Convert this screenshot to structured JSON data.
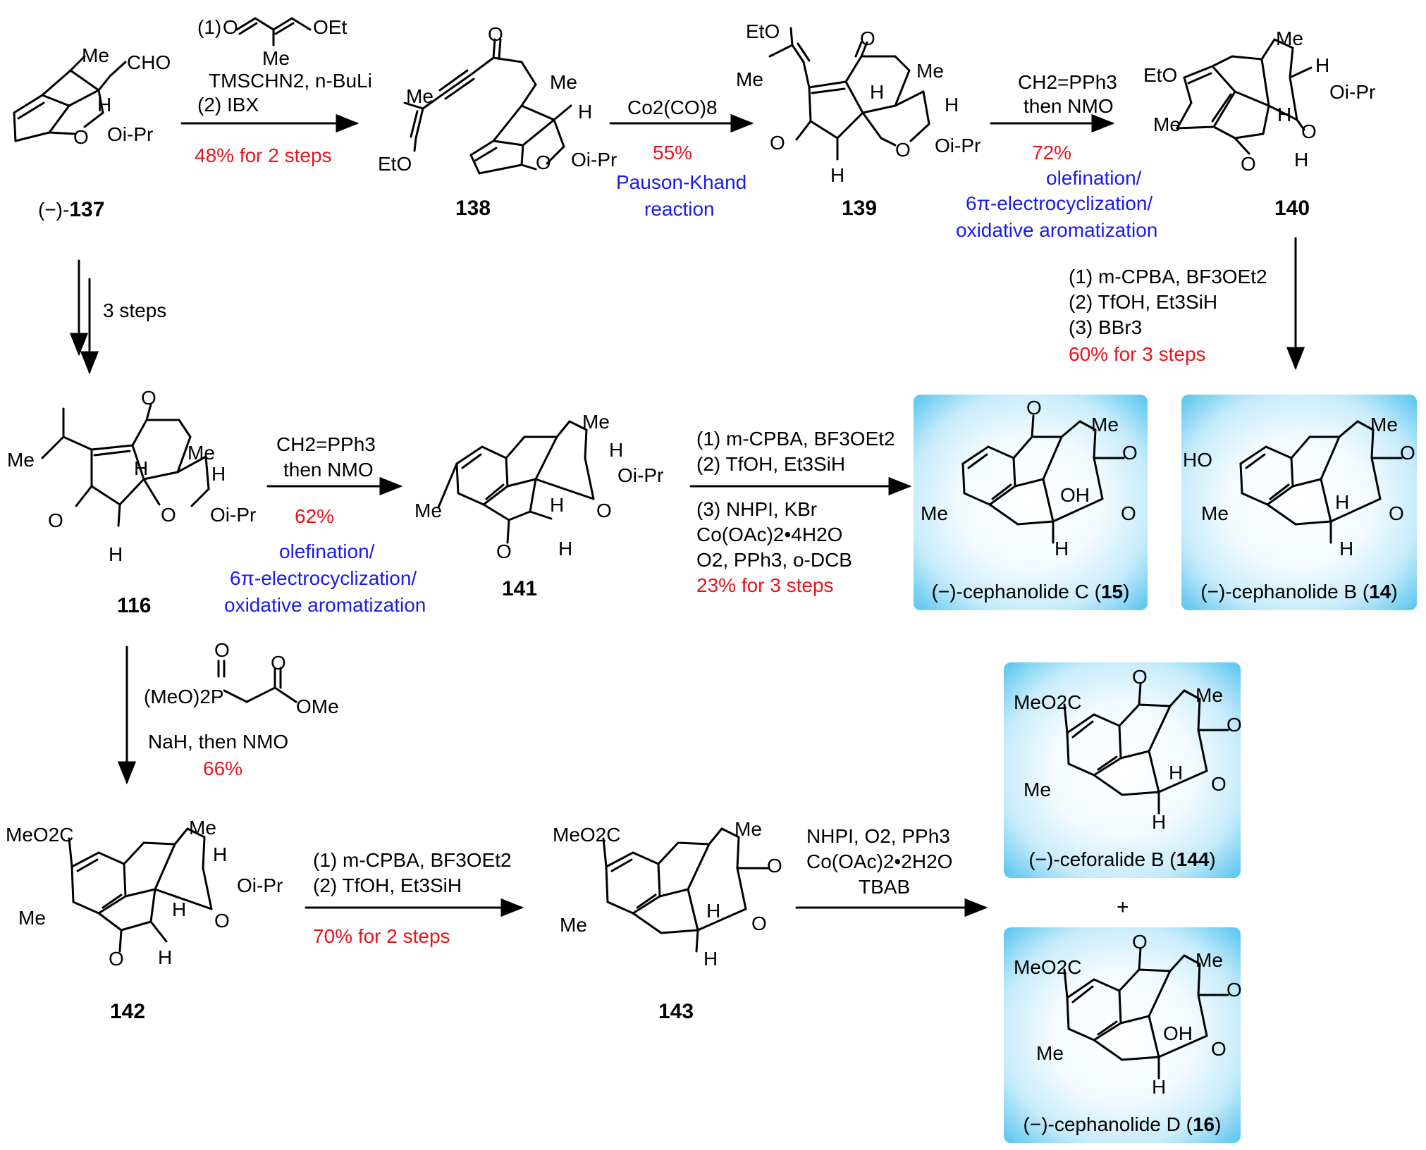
{
  "compounds": {
    "c137": "137",
    "c137_prefix": "(−)-",
    "c138": "138",
    "c139": "139",
    "c140": "140",
    "c116": "116",
    "c141": "141",
    "c142": "142",
    "c143": "143"
  },
  "structure_labels": {
    "me": "Me",
    "cho": "CHO",
    "h": "H",
    "oipr": "Oi-Pr",
    "o": "O",
    "eto": "EtO",
    "oet": "OEt",
    "ho": "HO",
    "oh": "OH",
    "meo2c": "MeO2C",
    "reagent_1_prefix": "(1)",
    "meo2p": "(MeO)2P"
  },
  "steps": {
    "s1": {
      "l1": "TMSCHN2, n-BuLi",
      "l2": "(2) IBX",
      "yield": "48% for 2 steps"
    },
    "s2": {
      "reagent": "Co2(CO)8",
      "yield": "55%",
      "note1": "Pauson-Khand",
      "note2": "reaction"
    },
    "s3": {
      "l1": "CH2=PPh3",
      "l2": "then NMO",
      "yield": "72%",
      "note1": "olefination/",
      "note2": "6π-electrocyclization/",
      "note3": "oxidative aromatization"
    },
    "s4": {
      "l1": "(1) m-CPBA, BF3OEt2",
      "l2": "(2) TfOH, Et3SiH",
      "l3": "(3) BBr3",
      "yield": "60% for 3 steps"
    },
    "s5": {
      "label": "3 steps"
    },
    "s6": {
      "l1": "CH2=PPh3",
      "l2": "then NMO",
      "yield": "62%",
      "note1": "olefination/",
      "note2": "6π-electrocyclization/",
      "note3": "oxidative aromatization"
    },
    "s7": {
      "l1": "(1) m-CPBA, BF3OEt2",
      "l2": "(2) TfOH, Et3SiH",
      "l3": "(3) NHPI, KBr",
      "l4": "Co(OAc)2•4H2O",
      "l5": "O2, PPh3, o-DCB",
      "yield": "23% for 3 steps"
    },
    "s8": {
      "l1": "NaH, then NMO",
      "yield": "66%"
    },
    "s9": {
      "l1": "(1) m-CPBA, BF3OEt2",
      "l2": "(2) TfOH, Et3SiH",
      "yield": "70% for 2 steps"
    },
    "s10": {
      "l1": "NHPI, O2, PPh3",
      "l2": "Co(OAc)2•2H2O",
      "l3": "TBAB"
    }
  },
  "products": {
    "p15": {
      "name": "(−)-cephanolide C (",
      "num": "15",
      "close": ")"
    },
    "p14": {
      "name": "(−)-cephanolide B (",
      "num": "14",
      "close": ")"
    },
    "p144": {
      "name": "(−)-ceforalide B (",
      "num": "144",
      "close": ")"
    },
    "p16": {
      "name": "(−)-cephanolide D (",
      "num": "16",
      "close": ")"
    }
  },
  "plus": "+",
  "colors": {
    "yield": "#e8141c",
    "note": "#1a1aee",
    "box_edge": "#55c4ee"
  }
}
